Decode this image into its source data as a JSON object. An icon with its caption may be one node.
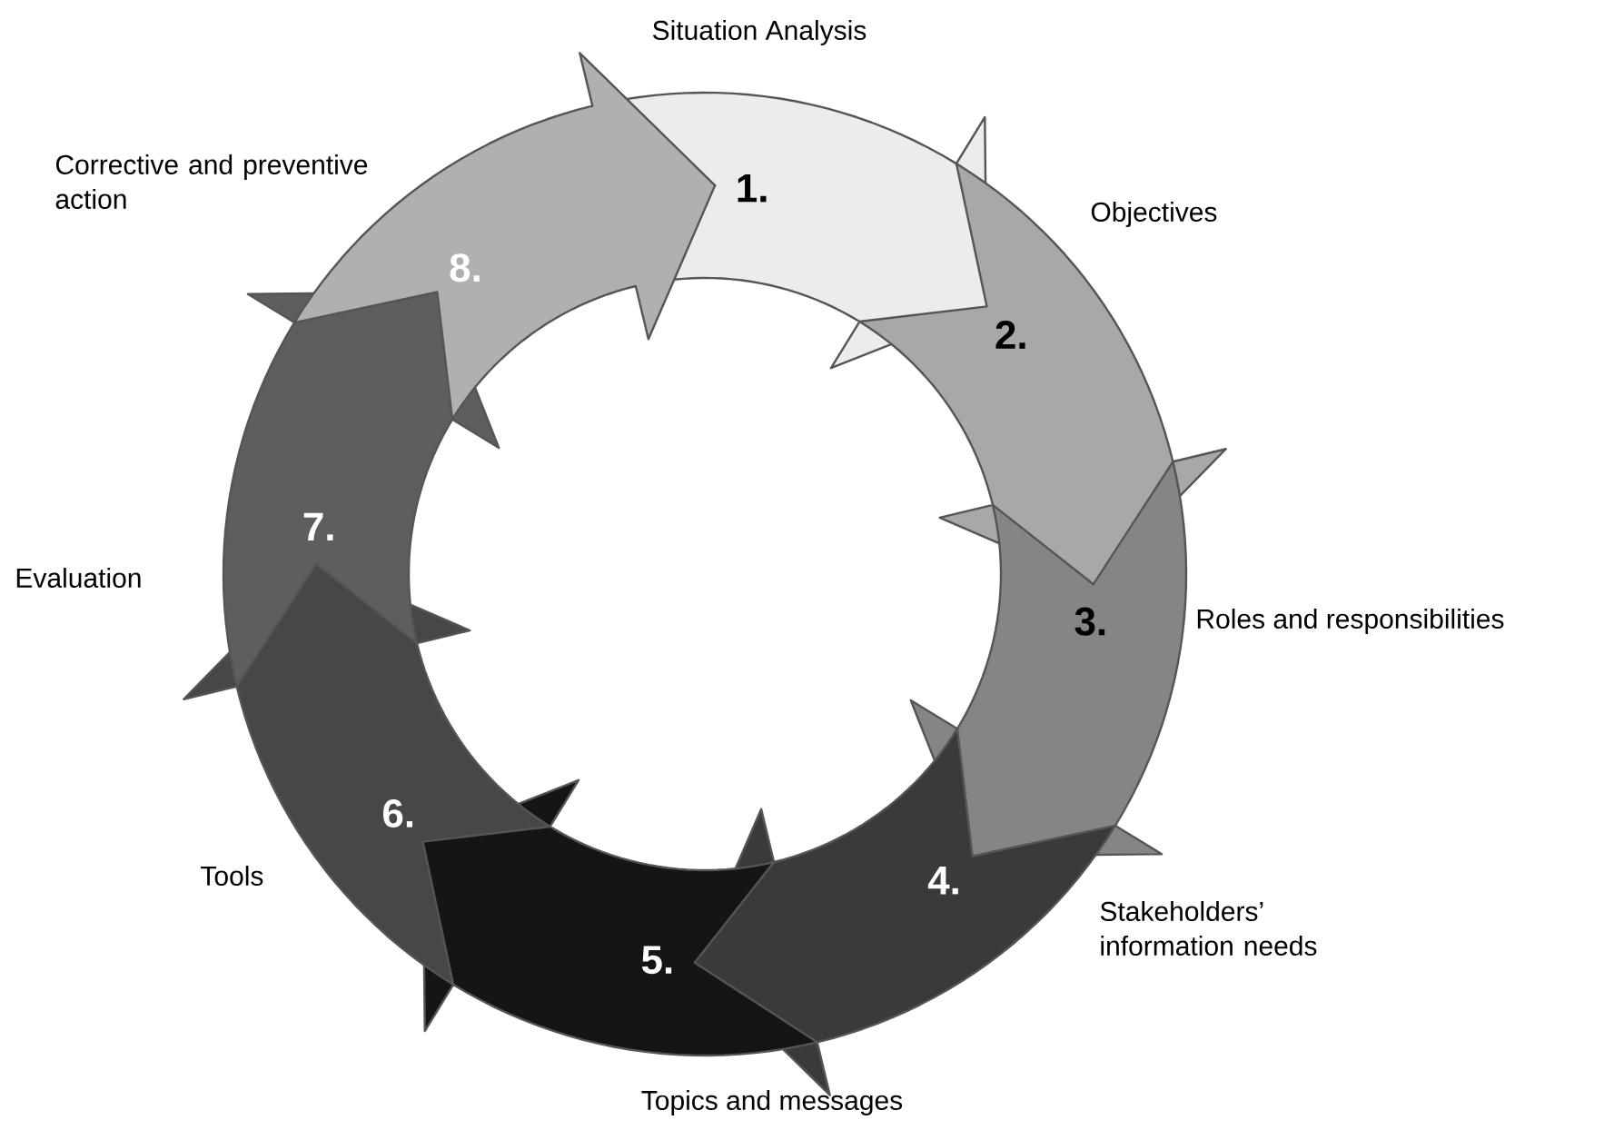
{
  "diagram": {
    "nodes": [
      {
        "text": [
          "1."
        ]
      },
      {
        "text": [
          "2."
        ],
        "beside": [
          "Objectives"
        ]
      },
      {
        "text": [
          "3."
        ],
        "beside": [
          "Roles and responsibilities"
        ]
      },
      {
        "text": [
          "4."
        ],
        "beside": [
          "Stakeholders’ information needs"
        ]
      },
      {
        "text": [
          "5."
        ]
      },
      {
        "text": [
          "6."
        ],
        "beside": [
          "Tools"
        ]
      },
      {
        "text": [
          "7."
        ]
      },
      {
        "text": [
          "8."
        ],
        "beside": [
          "Corrective and preventive action"
        ]
      }
    ],
    "labels": [
      "Situation Analysis",
      "Evaluation",
      "Topics and messages"
    ]
  }
}
